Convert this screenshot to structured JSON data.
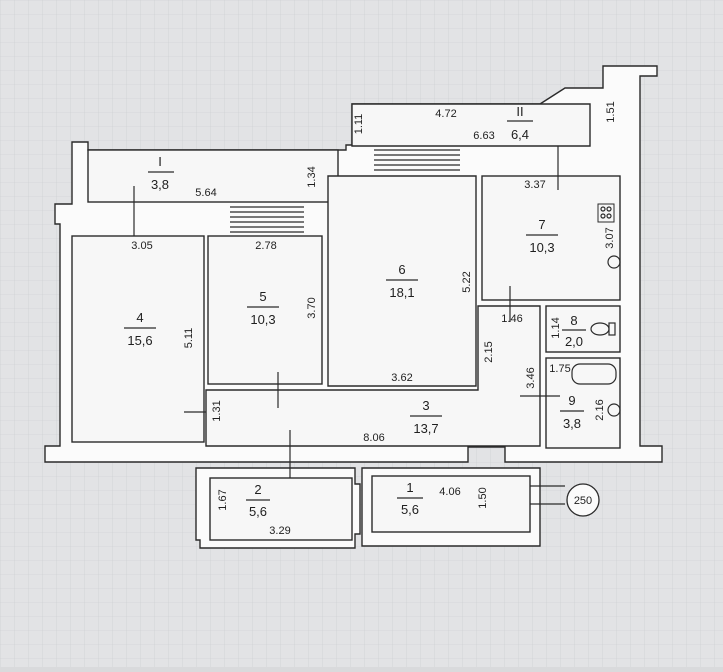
{
  "plan": {
    "badge": "250",
    "rooms": [
      {
        "id": "I",
        "number": "I",
        "area": "3,8"
      },
      {
        "id": "II",
        "number": "II",
        "area": "6,4"
      },
      {
        "id": "1",
        "number": "1",
        "area": "5,6"
      },
      {
        "id": "2",
        "number": "2",
        "area": "5,6"
      },
      {
        "id": "3",
        "number": "3",
        "area": "13,7"
      },
      {
        "id": "4",
        "number": "4",
        "area": "15,6"
      },
      {
        "id": "5",
        "number": "5",
        "area": "10,3"
      },
      {
        "id": "6",
        "number": "6",
        "area": "18,1"
      },
      {
        "id": "7",
        "number": "7",
        "area": "10,3"
      },
      {
        "id": "8",
        "number": "8",
        "area": "2,0"
      },
      {
        "id": "9",
        "number": "9",
        "area": "3,8"
      }
    ],
    "dims": {
      "d472": "4.72",
      "d111": "1.11",
      "d151": "1.51",
      "d663": "6.63",
      "d564": "5.64",
      "d134": "1.34",
      "d337": "3.37",
      "d305": "3.05",
      "d278": "2.78",
      "d307": "3.07",
      "d511": "5.11",
      "d370": "3.70",
      "d522": "5.22",
      "d146": "1.46",
      "d114": "1.14",
      "d215": "2.15",
      "d346": "3.46",
      "d175": "1.75",
      "d216": "2.16",
      "d362": "3.62",
      "d131": "1.31",
      "d806": "8.06",
      "d167": "1.67",
      "d329": "3.29",
      "d406": "4.06",
      "d150": "1.50"
    }
  }
}
